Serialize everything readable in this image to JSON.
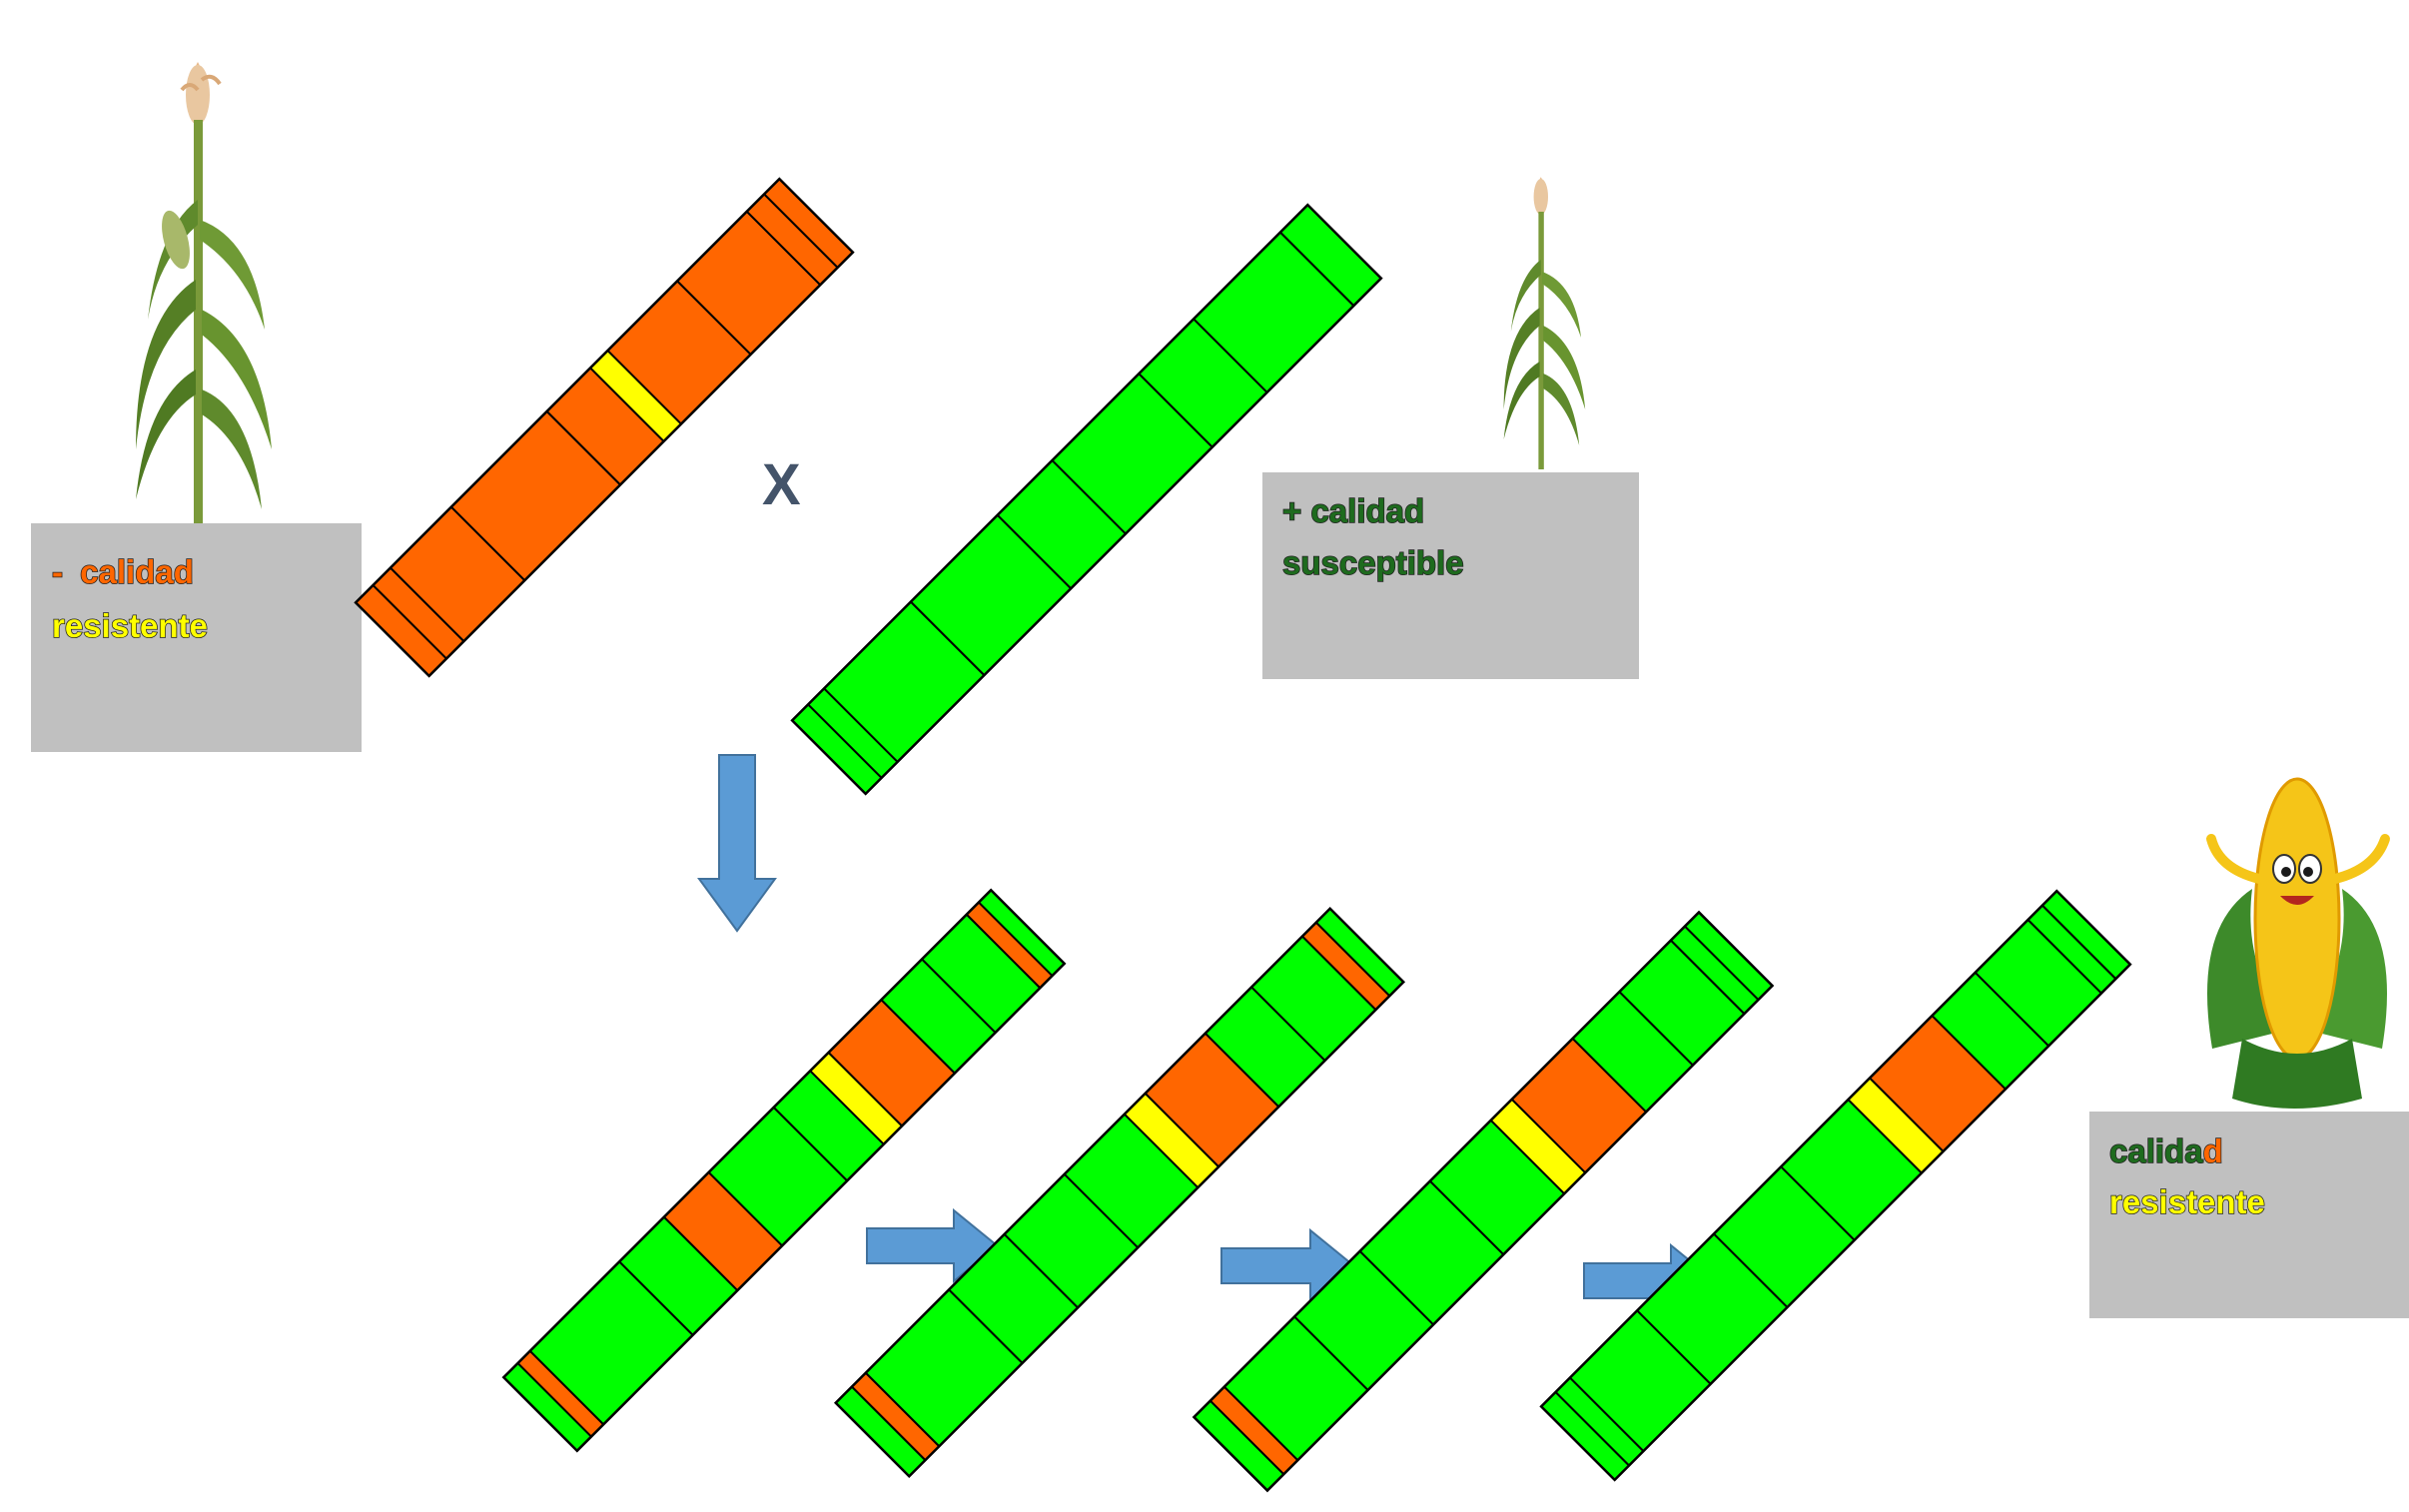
{
  "colors": {
    "orange": "#ff6600",
    "green": "#00ff00",
    "yellow": "#ffff00",
    "arrow_fill": "#5b9bd5",
    "label_box": "#c0c0c0",
    "cross_text": "#44546a",
    "dark_green_text": "#1e6b1e"
  },
  "cross_symbol": "X",
  "labels": {
    "parent_resistant": {
      "line1_prefix": "-",
      "line1_word": "calidad",
      "line2": "resistente"
    },
    "parent_quality": {
      "line1": "+ calidad",
      "line2": "susceptible"
    },
    "final": {
      "line1_main": "calida",
      "line1_last": "d",
      "line2": "resistente"
    }
  },
  "icons": {
    "left_plant": "corn-plant-icon",
    "right_plant": "corn-plant-icon",
    "mascot": "corn-mascot-icon",
    "down_arrow": "arrow-down-icon",
    "right_arrow": "arrow-right-icon"
  },
  "chromosomes": [
    {
      "name": "parent-resistant",
      "segments": [
        "orange",
        "orange",
        "orange",
        "orange",
        "orange",
        "yellow",
        "orange",
        "orange",
        "orange",
        "orange"
      ]
    },
    {
      "name": "parent-quality",
      "segments": [
        "green",
        "green",
        "green",
        "green",
        "green",
        "green",
        "green",
        "green",
        "green"
      ]
    },
    {
      "name": "generation-1",
      "segments": [
        "green",
        "orange",
        "green",
        "green",
        "orange",
        "green",
        "green",
        "yellow",
        "orange",
        "green",
        "green",
        "orange",
        "green"
      ]
    },
    {
      "name": "generation-2",
      "segments": [
        "green",
        "orange",
        "green",
        "green",
        "green",
        "green",
        "yellow",
        "orange",
        "green",
        "green",
        "orange",
        "green"
      ]
    },
    {
      "name": "generation-3",
      "segments": [
        "green",
        "orange",
        "green",
        "green",
        "green",
        "green",
        "yellow",
        "orange",
        "green",
        "green",
        "green",
        "green"
      ]
    },
    {
      "name": "generation-4",
      "segments": [
        "green",
        "green",
        "green",
        "green",
        "green",
        "green",
        "yellow",
        "orange",
        "green",
        "green",
        "green",
        "green"
      ]
    }
  ]
}
